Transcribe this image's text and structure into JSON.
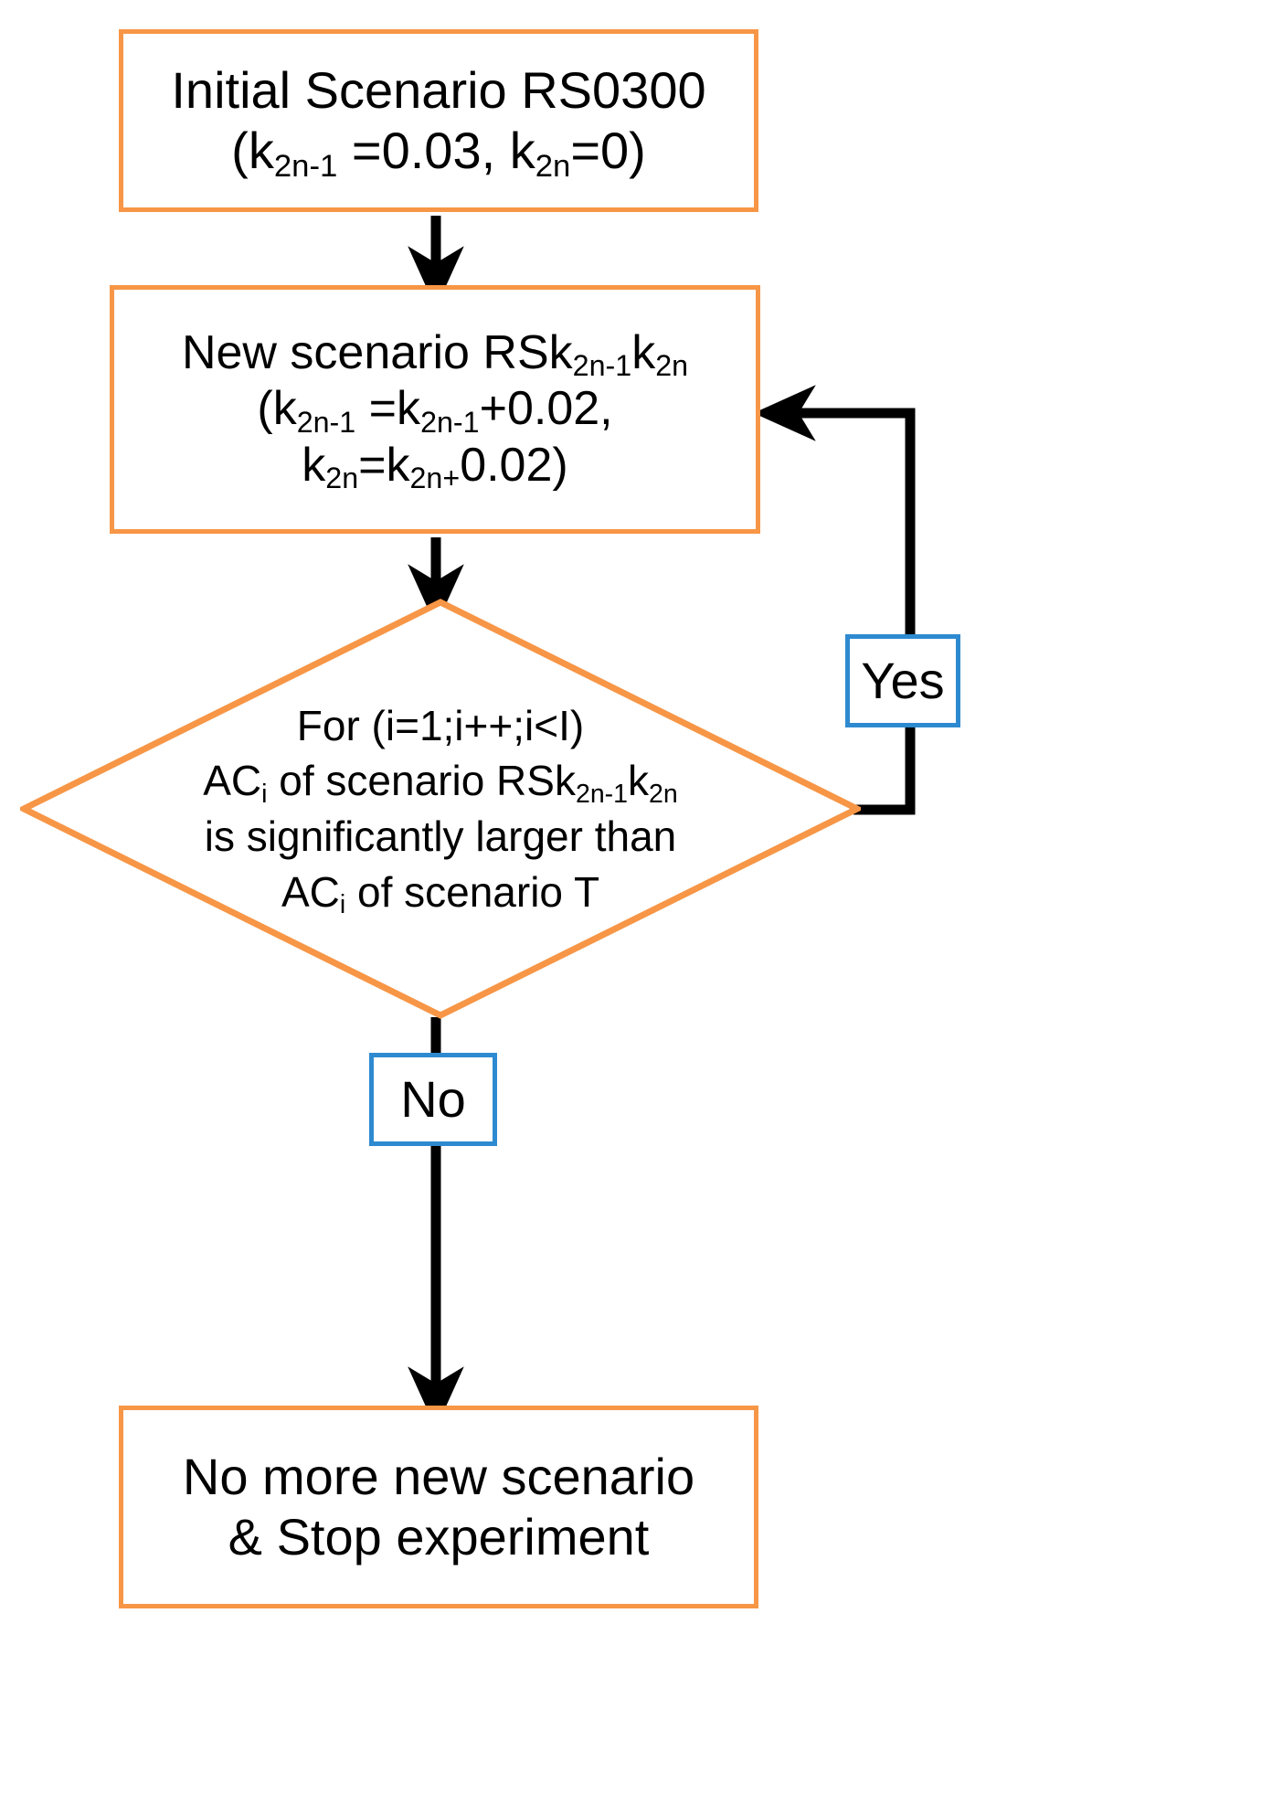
{
  "diagram": {
    "title": "Scenario iteration flowchart",
    "colors": {
      "shape_border_orange": "#F79646",
      "label_border_blue": "#2E8AD0",
      "connector_black": "#000000",
      "background": "#FFFFFF",
      "text": "#000000"
    }
  },
  "nodes": {
    "initial": {
      "type": "process",
      "lines": [
        "Initial Scenario RS0300",
        "(k2n-1 =0.03, k2n=0)"
      ],
      "line1": "Initial Scenario RS0300",
      "line2_prefix": "(k",
      "line2_sub1": "2n-1",
      "line2_mid": " =0.03, k",
      "line2_sub2": "2n",
      "line2_suffix": "=0)"
    },
    "new_scenario": {
      "type": "process",
      "lines": [
        "New scenario RSk2n-1k2n",
        "(k2n-1 =k2n-1+0.02,",
        "k2n=k2n+0.02)"
      ],
      "line1_prefix": "New scenario RSk",
      "line1_sub1": "2n-1",
      "line1_mid": "k",
      "line1_sub2": "2n",
      "line2_prefix": "(k",
      "line2_sub1": "2n-1",
      "line2_mid": " =k",
      "line2_sub2": "2n-1",
      "line2_suffix": "+0.02,",
      "line3_prefix": "k",
      "line3_sub1": "2n",
      "line3_mid": "=k",
      "line3_sub2": "2n+",
      "line3_suffix": "0.02)"
    },
    "decision": {
      "type": "decision",
      "lines": [
        "For (i=1;i++;i<I)",
        "ACi  of scenario RSk2n-1k2n",
        "is significantly larger than",
        "ACi of scenario T"
      ],
      "line1": "For (i=1;i++;i<I)",
      "line2_prefix": "AC",
      "line2_sub1": "i",
      "line2_mid": "  of scenario RSk",
      "line2_sub2": "2n-1",
      "line2_mid2": "k",
      "line2_sub3": "2n",
      "line3": "is significantly larger than",
      "line4_prefix": "AC",
      "line4_sub1": "i",
      "line4_suffix": " of scenario T"
    },
    "stop": {
      "type": "terminal",
      "lines": [
        "No more new scenario",
        "& Stop experiment"
      ],
      "line1": "No more new scenario",
      "line2": "& Stop experiment"
    }
  },
  "edge_labels": {
    "yes": "Yes",
    "no": "No"
  },
  "edges": [
    {
      "from": "initial",
      "to": "new_scenario",
      "label": ""
    },
    {
      "from": "new_scenario",
      "to": "decision",
      "label": ""
    },
    {
      "from": "decision",
      "to": "new_scenario",
      "label": "Yes"
    },
    {
      "from": "decision",
      "to": "stop",
      "label": "No"
    }
  ]
}
